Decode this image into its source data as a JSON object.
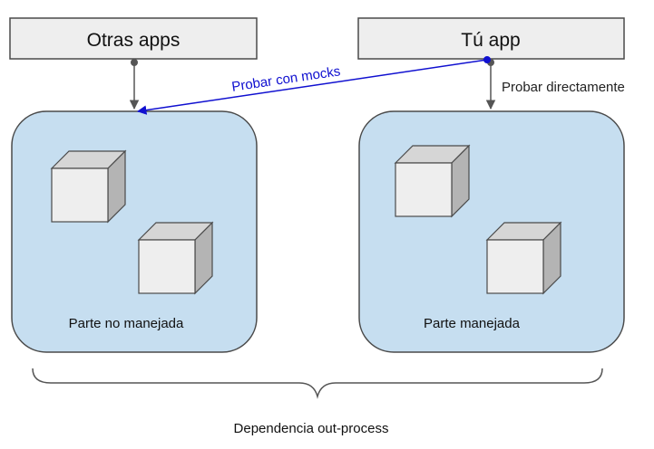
{
  "nodes": {
    "other_apps": {
      "label": "Otras apps"
    },
    "your_app": {
      "label": "Tú app"
    }
  },
  "edges": {
    "mock_test": {
      "label": "Probar con mocks",
      "color": "#1010d0"
    },
    "direct_test": {
      "label": "Probar directamente",
      "color": "#333333"
    }
  },
  "groups": {
    "unmanaged": {
      "label": "Parte no manejada",
      "fill": "#c6def0"
    },
    "managed": {
      "label": "Parte manejada",
      "fill": "#c6def0"
    }
  },
  "brace": {
    "label": "Dependencia out-process"
  },
  "colors": {
    "box_fill": "#eeeeee",
    "cube_front": "#eeeeee",
    "cube_top": "#d6d6d6",
    "cube_side": "#b4b4b4",
    "stroke": "#4a4a4a"
  }
}
